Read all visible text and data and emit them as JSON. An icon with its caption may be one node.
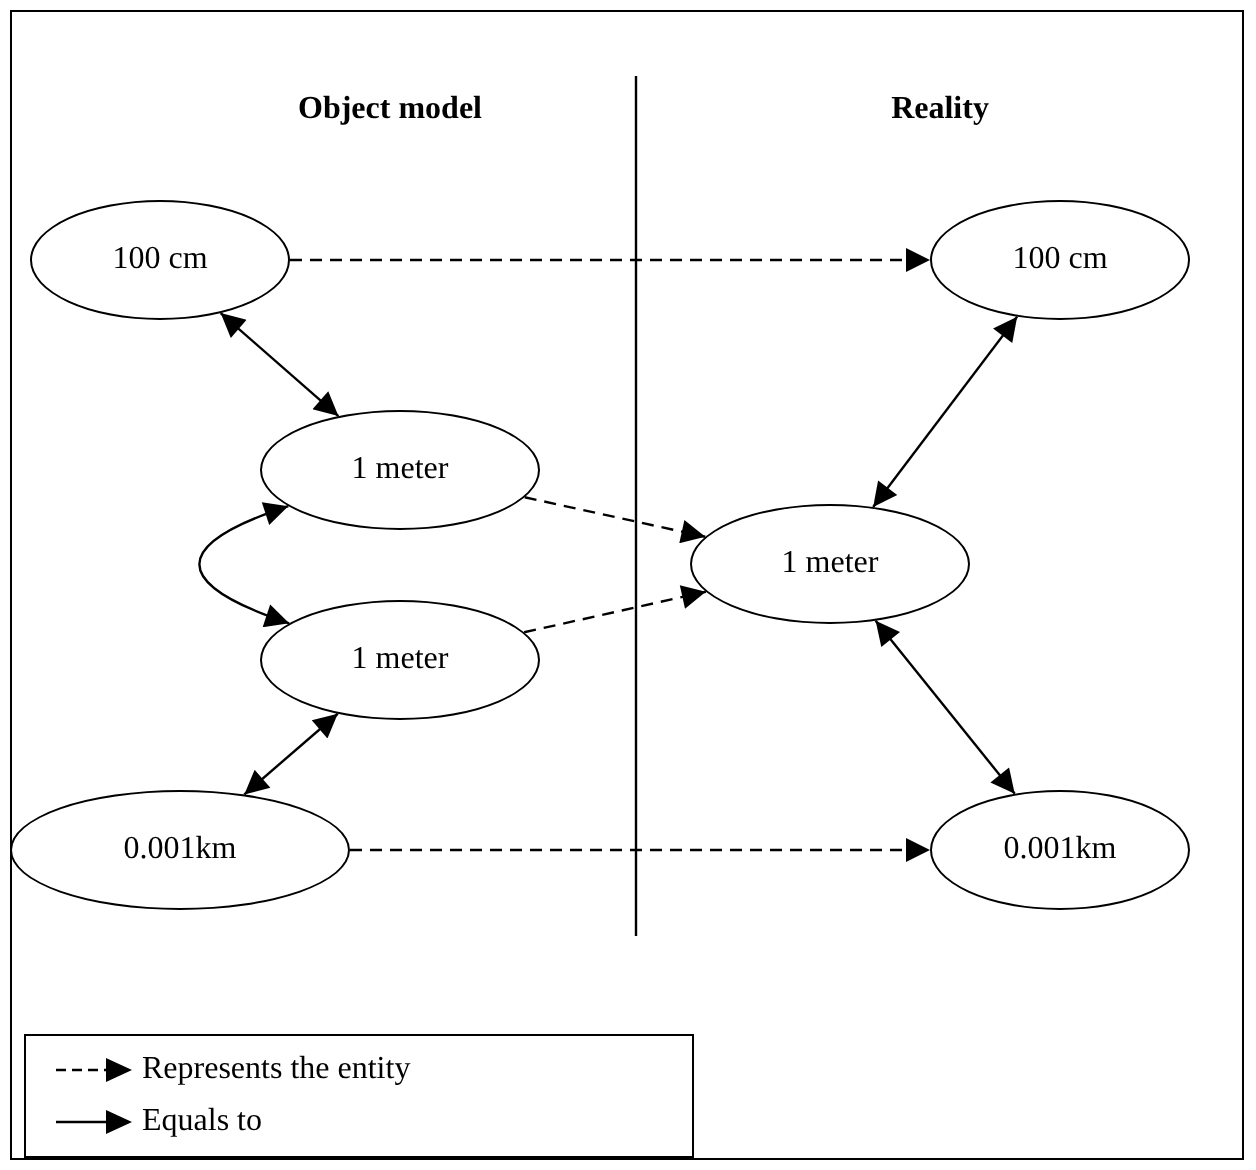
{
  "diagram": {
    "nodes": [
      {
        "text": [
          "100 cm"
        ]
      },
      {
        "text": [
          "1 meter"
        ]
      },
      {
        "text": [
          "1 meter"
        ]
      },
      {
        "text": [
          "0.001km"
        ]
      },
      {
        "text": [
          "100 cm"
        ]
      },
      {
        "text": [
          "1 meter"
        ]
      },
      {
        "text": [
          "0.001km"
        ]
      }
    ],
    "edges": [
      {
        "from": 0,
        "to": 4,
        "arrow": "to",
        "style": "dashed"
      },
      {
        "from": 0,
        "to": 1,
        "arrow": "both"
      },
      {
        "from": 1,
        "to": 5,
        "arrow": "to",
        "style": "dashed"
      },
      {
        "from": 2,
        "to": 5,
        "arrow": "to",
        "style": "dashed"
      },
      {
        "from": 1,
        "to": 2,
        "arrow": "both"
      },
      {
        "from": 2,
        "to": 3,
        "arrow": "both"
      },
      {
        "from": 3,
        "to": 6,
        "arrow": "to",
        "style": "dashed"
      },
      {
        "from": 4,
        "to": 5,
        "arrow": "both"
      },
      {
        "from": 5,
        "to": 6,
        "arrow": "both"
      }
    ],
    "labels": [
      "Object model",
      "Reality"
    ],
    "legend": [
      {
        "text": "Represents the entity"
      },
      {
        "text": "Equals to"
      }
    ]
  }
}
